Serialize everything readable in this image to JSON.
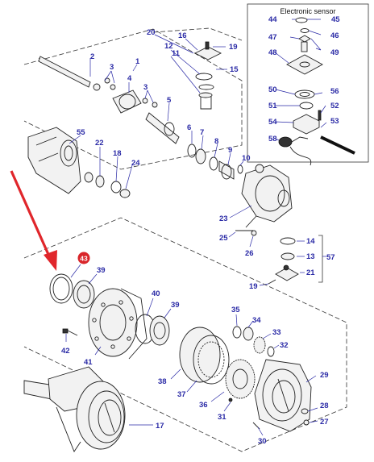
{
  "inset": {
    "title": "Electronic sensor"
  },
  "callout": {
    "label": "43",
    "color": "#d9252a"
  },
  "arrow": {
    "color": "#e0262b",
    "icon": "red-arrow-icon"
  },
  "label_color": "#2a2aa6",
  "labels": {
    "l1": "1",
    "l2": "2",
    "l3a": "3",
    "l3b": "3",
    "l4": "4",
    "l5": "5",
    "l6": "6",
    "l7": "7",
    "l8": "8",
    "l9": "9",
    "l10": "10",
    "l11": "11",
    "l12": "12",
    "l13": "13",
    "l14": "14",
    "l15": "15",
    "l16": "16",
    "l17": "17",
    "l18": "18",
    "l19a": "19",
    "l19b": "19",
    "l20": "20",
    "l21": "21",
    "l22": "22",
    "l23": "23",
    "l24": "24",
    "l25": "25",
    "l26": "26",
    "l27": "27",
    "l28": "28",
    "l29": "29",
    "l30": "30",
    "l31": "31",
    "l32": "32",
    "l33": "33",
    "l34": "34",
    "l35": "35",
    "l36": "36",
    "l37": "37",
    "l38": "38",
    "l39a": "39",
    "l39b": "39",
    "l40": "40",
    "l41": "41",
    "l42": "42",
    "l44": "44",
    "l45": "45",
    "l46": "46",
    "l47": "47",
    "l48": "48",
    "l49": "49",
    "l50": "50",
    "l51": "51",
    "l52": "52",
    "l53": "53",
    "l54": "54",
    "l55": "55",
    "l56": "56",
    "l57": "57",
    "l58": "58"
  }
}
